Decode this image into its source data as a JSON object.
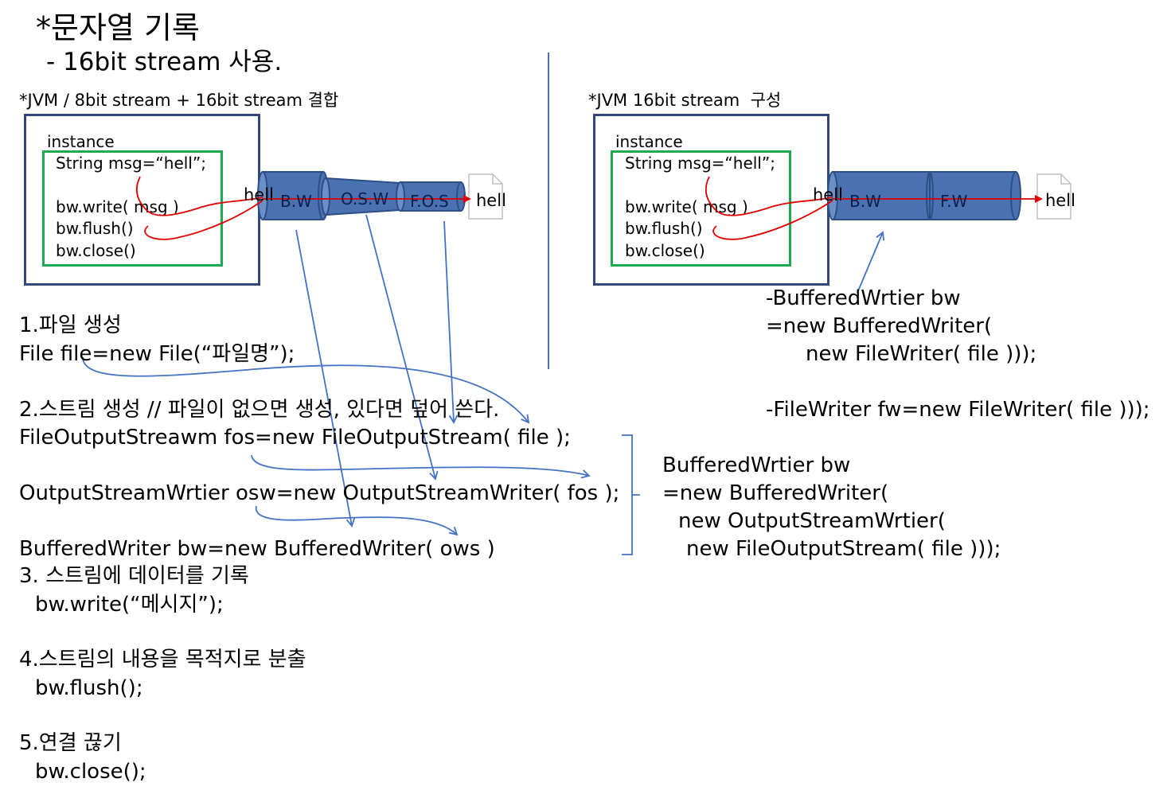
{
  "title": "*문자열 기록",
  "subtitle": "- 16bit stream 사용.",
  "left_panel": {
    "header": "*JVM / 8bit stream + 16bit stream 결합",
    "instance_label": "instance",
    "code_lines": [
      "String msg=“hell”;",
      "bw.write( msg )",
      "bw.flush()",
      "bw.close()"
    ],
    "pipe_segments": [
      "B.W",
      "O.S.W",
      "F.O.S"
    ],
    "input_label": "hell",
    "output_label": "hell"
  },
  "right_panel": {
    "header": "*JVM 16bit stream  구성",
    "instance_label": "instance",
    "code_lines": [
      "String msg=“hell”;",
      "bw.write( msg )",
      "bw.flush()",
      "bw.close()"
    ],
    "pipe_segments": [
      "B.W",
      "F.W"
    ],
    "input_label": "hell",
    "output_label": "hell"
  },
  "steps": [
    {
      "heading": "1.파일 생성",
      "lines": [
        "File file=new File(“파일명”);"
      ]
    },
    {
      "heading": "2.스트림 생성 // 파일이 없으면 생성, 있다면 덮어 쓴다.",
      "lines": [
        "FileOutputStreawm fos=new FileOutputStream( file );",
        "OutputStreamWrtier osw=new OutputStreamWriter( fos );",
        "BufferedWriter bw=new BufferedWriter( ows )"
      ]
    },
    {
      "heading": "3. 스트림에 데이터를 기록",
      "lines": [
        "bw.write(“메시지”);"
      ]
    },
    {
      "heading": "4.스트림의 내용을 목적지로 분출",
      "lines": [
        "bw.flush();"
      ]
    },
    {
      "heading": "5.연결 끊기",
      "lines": [
        "bw.close();"
      ]
    }
  ],
  "combined_notes": [
    "BufferedWrtier bw",
    "=new BufferedWriter(",
    "new OutputStreamWrtier(",
    "new FileOutputStream( file )));"
  ],
  "right_notes": [
    "-BufferedWrtier bw",
    "=new BufferedWriter(",
    "new FileWriter( file )));",
    "-FileWriter fw=new FileWriter( file )));"
  ],
  "colors": {
    "pipe_fill": "#4a72b0",
    "pipe_stroke": "#2d4f86",
    "box_border": "#2f4a7a",
    "instance_border": "#1faa4f",
    "flow_line": "#e00000",
    "annotation_line": "#4472c4"
  }
}
